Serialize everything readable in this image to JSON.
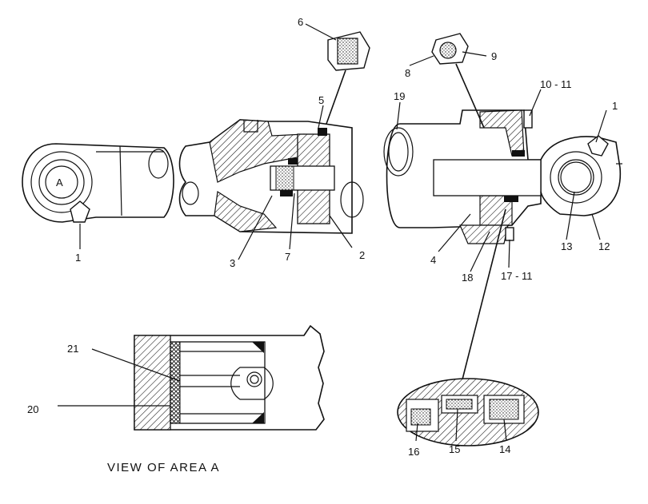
{
  "figure": {
    "caption": "VIEW OF AREA A",
    "area_marker": "A"
  },
  "callouts": {
    "c1_left": "1",
    "c1_right": "1",
    "c2": "2",
    "c3": "3",
    "c4": "4",
    "c5": "5",
    "c6": "6",
    "c7": "7",
    "c8": "8",
    "c9": "9",
    "c10_11": "10 - 11",
    "c12": "12",
    "c13": "13",
    "c14": "14",
    "c15": "15",
    "c16": "16",
    "c17_11": "17 - 11",
    "c18": "18",
    "c19": "19",
    "c20": "20",
    "c21": "21"
  },
  "colors": {
    "ink": "#111111",
    "paper": "#ffffff"
  }
}
